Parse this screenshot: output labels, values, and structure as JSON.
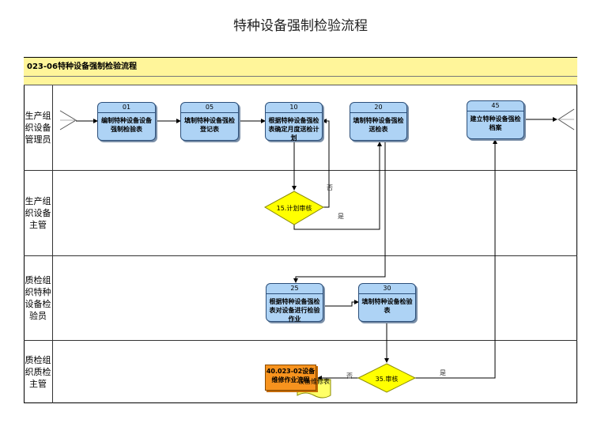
{
  "page_title": "特种设备强制检验流程",
  "header_title": "023-06特种设备强制检验流程",
  "lanes": [
    {
      "label": "生产组织设备管理员"
    },
    {
      "label": "生产组织设备主管"
    },
    {
      "label": "质检组织特种设备检验员"
    },
    {
      "label": "质检组织质检主管"
    }
  ],
  "steps": [
    {
      "num": "01",
      "text": "编制特种设备设备强制检验表"
    },
    {
      "num": "05",
      "text": "填制特种设备强检登记表"
    },
    {
      "num": "10",
      "text": "根据特种设备强检表确定月度送检计划"
    },
    {
      "num": "20",
      "text": "填制特种设备强检送检表"
    },
    {
      "num": "45",
      "text": "建立特种设备强检档案"
    },
    {
      "num": "25",
      "text": "根据特种设备强检表对设备进行检验作业"
    },
    {
      "num": "30",
      "text": "填制特种设备检验表"
    }
  ],
  "decisions": [
    {
      "text": "15.计划审核"
    },
    {
      "text": "35.审核"
    }
  ],
  "edge_labels": {
    "no_1": "否",
    "yes_1": "是",
    "no_2": "否",
    "yes_2": "是"
  },
  "documents": {
    "external": "40.023-02设备维修作业流程",
    "form": "设备维修表"
  },
  "colors": {
    "header": "#fff59a",
    "step_fill": "#aed3f5",
    "decision_fill": "#ffff00",
    "external_doc": "#f7931e"
  }
}
